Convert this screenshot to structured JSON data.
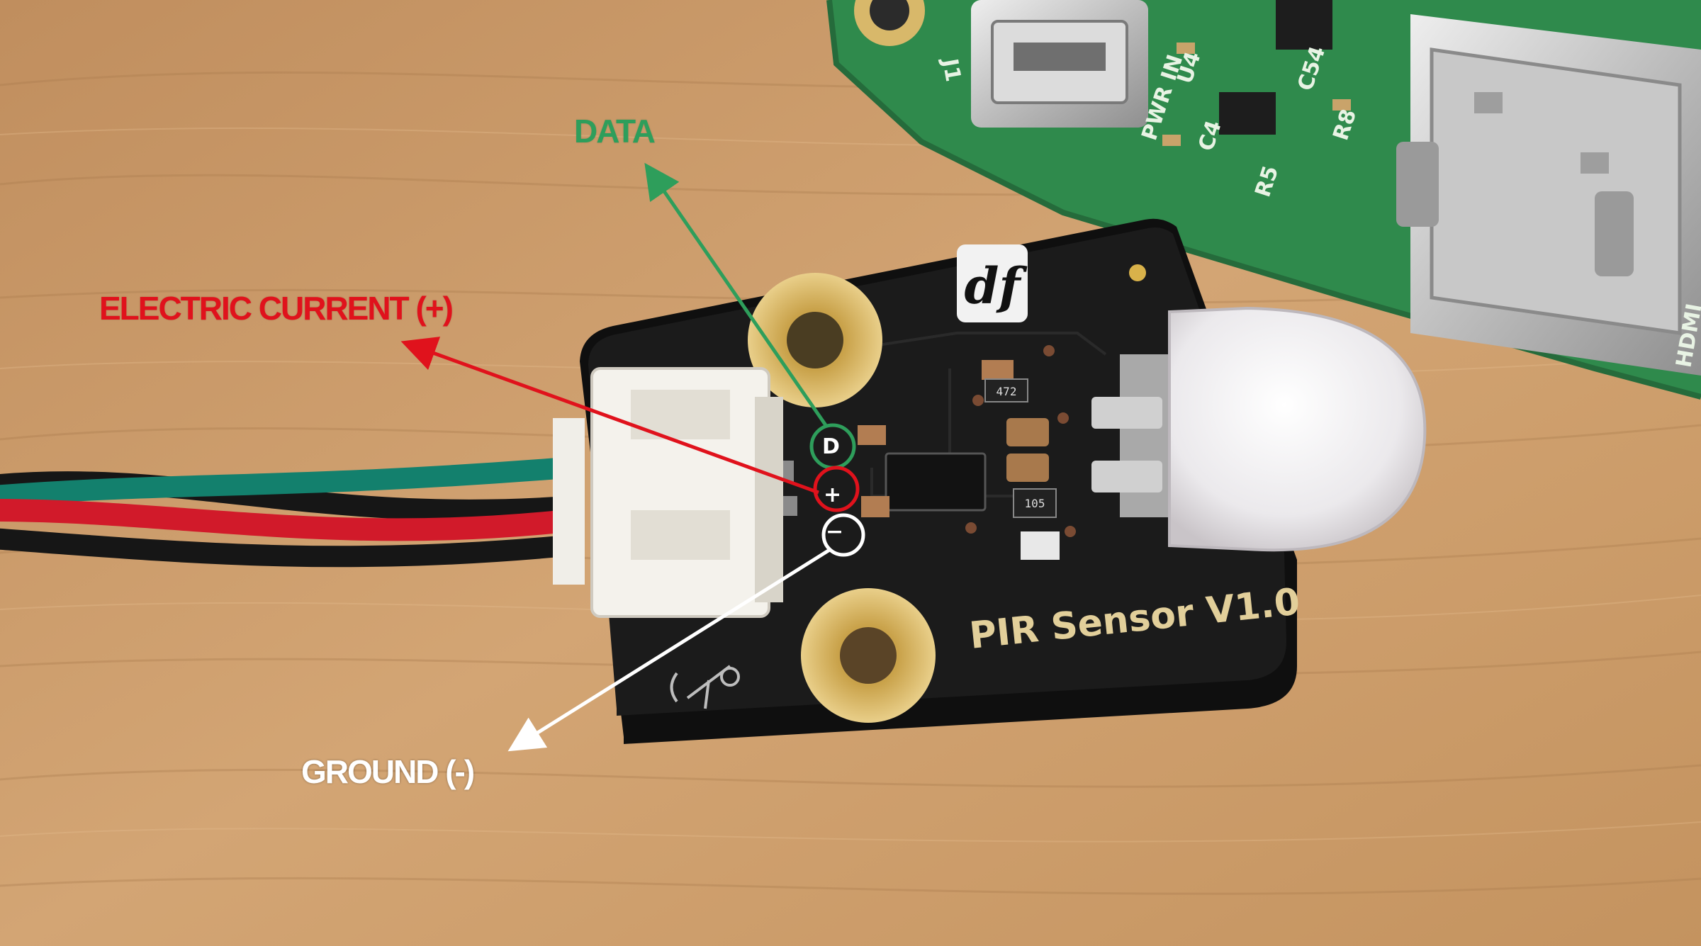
{
  "annotations": {
    "data": {
      "label": "DATA",
      "color": "#2e9e5b"
    },
    "electric_current": {
      "label": "ELECTRIC CURRENT (+)",
      "color": "#e0121c"
    },
    "ground": {
      "label": "GROUND (-)",
      "color": "#ffffff"
    }
  },
  "board": {
    "name_text": "PIR Sensor V1.0",
    "pin_d": "D",
    "pin_plus": "+",
    "pin_minus": "−",
    "resistor_1": "472",
    "resistor_2": "105",
    "logo": "df"
  },
  "pi_board": {
    "silk_pwr": "PWR IN",
    "silk_j1": "J1",
    "silk_u4": "U4",
    "silk_c54": "C54",
    "silk_c4": "C4",
    "silk_r5": "R5",
    "silk_r8": "R8",
    "silk_hdmi": "HDMI"
  },
  "colors": {
    "wood": "#c99a6a",
    "pcb": "#1b1b1b",
    "pi_pcb": "#2f8a4c",
    "wire_green": "#13806d",
    "wire_red": "#d11a2a",
    "wire_black": "#161616"
  }
}
